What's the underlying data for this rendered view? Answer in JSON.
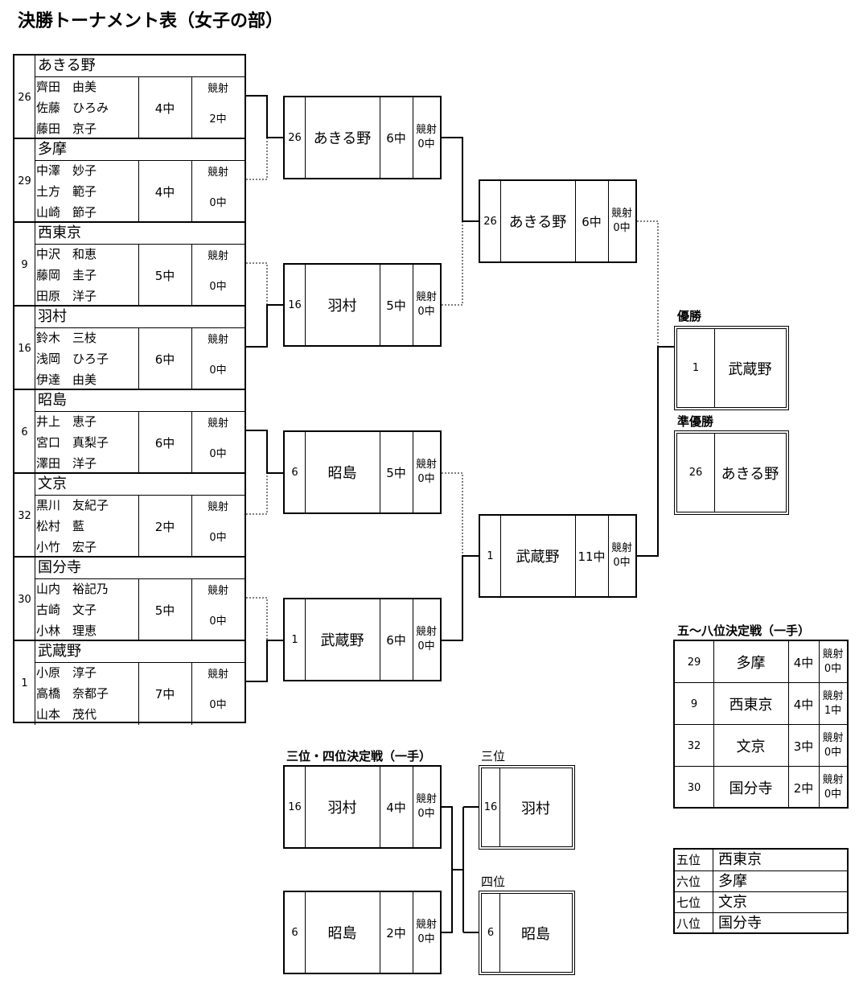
{
  "title": "決勝トーナメント表（女子の部）",
  "teams": [
    {
      "num": "26",
      "name": "あきる野",
      "players": [
        "齊田　由美",
        "佐藤　ひろみ",
        "藤田　京子"
      ],
      "score": "4中",
      "shoot_label": "競射",
      "shoot_score": "2中"
    },
    {
      "num": "29",
      "name": "多摩",
      "players": [
        "中澤　妙子",
        "土方　範子",
        "山崎　節子"
      ],
      "score": "4中",
      "shoot_label": "競射",
      "shoot_score": "0中"
    },
    {
      "num": "9",
      "name": "西東京",
      "players": [
        "中沢　和恵",
        "藤岡　圭子",
        "田原　洋子"
      ],
      "score": "5中",
      "shoot_label": "競射",
      "shoot_score": "0中"
    },
    {
      "num": "16",
      "name": "羽村",
      "players": [
        "鈴木　三枝",
        "浅岡　ひろ子",
        "伊達　由美"
      ],
      "score": "6中",
      "shoot_label": "競射",
      "shoot_score": "0中"
    },
    {
      "num": "6",
      "name": "昭島",
      "players": [
        "井上　恵子",
        "宮口　真梨子",
        "澤田　洋子"
      ],
      "score": "6中",
      "shoot_label": "競射",
      "shoot_score": "0中"
    },
    {
      "num": "32",
      "name": "文京",
      "players": [
        "黒川　友紀子",
        "松村　藍",
        "小竹　宏子"
      ],
      "score": "2中",
      "shoot_label": "競射",
      "shoot_score": "0中"
    },
    {
      "num": "30",
      "name": "国分寺",
      "players": [
        "山内　裕記乃",
        "古崎　文子",
        "小林　理恵"
      ],
      "score": "5中",
      "shoot_label": "競射",
      "shoot_score": "0中"
    },
    {
      "num": "1",
      "name": "武蔵野",
      "players": [
        "小原　淳子",
        "高橋　奈都子",
        "山本　茂代"
      ],
      "score": "7中",
      "shoot_label": "競射",
      "shoot_score": "0中"
    }
  ],
  "round2": [
    {
      "num": "26",
      "name": "あきる野",
      "score": "6中",
      "shoot_label": "競射",
      "shoot_score": "0中"
    },
    {
      "num": "16",
      "name": "羽村",
      "score": "5中",
      "shoot_label": "競射",
      "shoot_score": "0中"
    },
    {
      "num": "6",
      "name": "昭島",
      "score": "5中",
      "shoot_label": "競射",
      "shoot_score": "0中"
    },
    {
      "num": "1",
      "name": "武蔵野",
      "score": "6中",
      "shoot_label": "競射",
      "shoot_score": "0中"
    }
  ],
  "semis": [
    {
      "num": "26",
      "name": "あきる野",
      "score": "6中",
      "shoot_label": "競射",
      "shoot_score": "0中"
    },
    {
      "num": "1",
      "name": "武蔵野",
      "score": "11中",
      "shoot_label": "競射",
      "shoot_score": "0中"
    }
  ],
  "champion": {
    "label": "優勝",
    "num": "1",
    "name": "武蔵野"
  },
  "runner_up": {
    "label": "準優勝",
    "num": "26",
    "name": "あきる野"
  },
  "third_place_match": {
    "label": "三位・四位決定戦（一手）",
    "entries": [
      {
        "num": "16",
        "name": "羽村",
        "score": "4中",
        "shoot_label": "競射",
        "shoot_score": "0中"
      },
      {
        "num": "6",
        "name": "昭島",
        "score": "2中",
        "shoot_label": "競射",
        "shoot_score": "0中"
      }
    ]
  },
  "third": {
    "label": "三位",
    "num": "16",
    "name": "羽村"
  },
  "fourth": {
    "label": "四位",
    "num": "6",
    "name": "昭島"
  },
  "placement_match": {
    "label": "五～八位決定戦（一手）",
    "rows": [
      {
        "num": "29",
        "name": "多摩",
        "score": "4中",
        "shoot_label": "競射",
        "shoot_score": "0中"
      },
      {
        "num": "9",
        "name": "西東京",
        "score": "4中",
        "shoot_label": "競射",
        "shoot_score": "1中"
      },
      {
        "num": "32",
        "name": "文京",
        "score": "3中",
        "shoot_label": "競射",
        "shoot_score": "0中"
      },
      {
        "num": "30",
        "name": "国分寺",
        "score": "2中",
        "shoot_label": "競射",
        "shoot_score": "0中"
      }
    ]
  },
  "rankings": [
    {
      "pos": "五位",
      "team": "西東京"
    },
    {
      "pos": "六位",
      "team": "多摩"
    },
    {
      "pos": "七位",
      "team": "文京"
    },
    {
      "pos": "八位",
      "team": "国分寺"
    }
  ]
}
